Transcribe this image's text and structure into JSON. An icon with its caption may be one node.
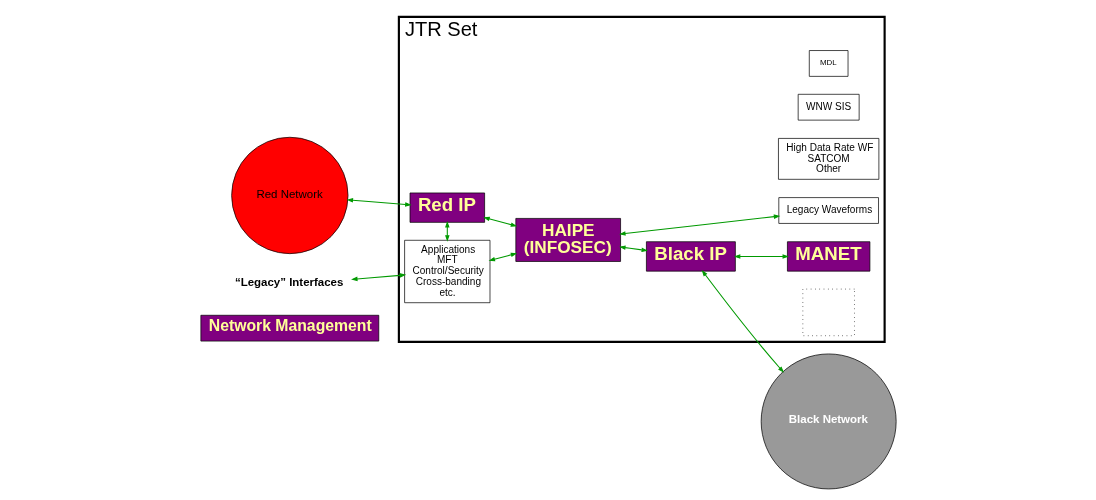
{
  "diagram": {
    "nodes": [
      {
        "text": [
          "Network Management"
        ]
      },
      {
        "text": [
          "Black Network"
        ]
      },
      {
        "text": [
          "JTR Set"
        ]
      },
      {
        "text": [
          "MANET"
        ],
        "in": 2
      },
      {
        "text": [
          "MDL"
        ],
        "in": 2
      },
      {
        "text": [
          "WNW SIS"
        ],
        "in": 2
      },
      {
        "text": [
          "Red Network"
        ]
      },
      {
        "text": [
          "Red IP"
        ],
        "in": 2
      },
      {
        "text": [
          "HAIPE",
          "(INFOSEC)"
        ],
        "in": 2
      },
      {
        "text": [
          "Black IP"
        ],
        "in": 2
      },
      {
        "text": [
          "High Data Rate WF",
          "SATCOM",
          "Other"
        ],
        "in": 2
      },
      {
        "text": [
          "Applications",
          "MFT",
          "Control/Security",
          "Cross-banding",
          "etc."
        ],
        "in": 2
      },
      {
        "text": [
          "“Legacy” Interfaces"
        ]
      },
      {
        "text": [],
        "shape": "box",
        "in": 2
      },
      {
        "text": [
          "Legacy Waveforms"
        ],
        "in": 2
      }
    ],
    "edges": [
      {
        "from": 6,
        "to": 7,
        "arrow": "both"
      },
      {
        "from": 7,
        "to": 8,
        "arrow": "both"
      },
      {
        "from": 8,
        "to": 9,
        "arrow": "both"
      },
      {
        "from": 9,
        "to": 3,
        "arrow": "both"
      },
      {
        "from": 9,
        "to": 1,
        "arrow": "both"
      },
      {
        "from": 7,
        "to": 11,
        "arrow": "both"
      },
      {
        "from": 12,
        "to": 11,
        "arrow": "both"
      },
      {
        "from": 11,
        "to": 8,
        "arrow": "both"
      },
      {
        "from": 8,
        "to": 14,
        "arrow": "both"
      }
    ]
  }
}
